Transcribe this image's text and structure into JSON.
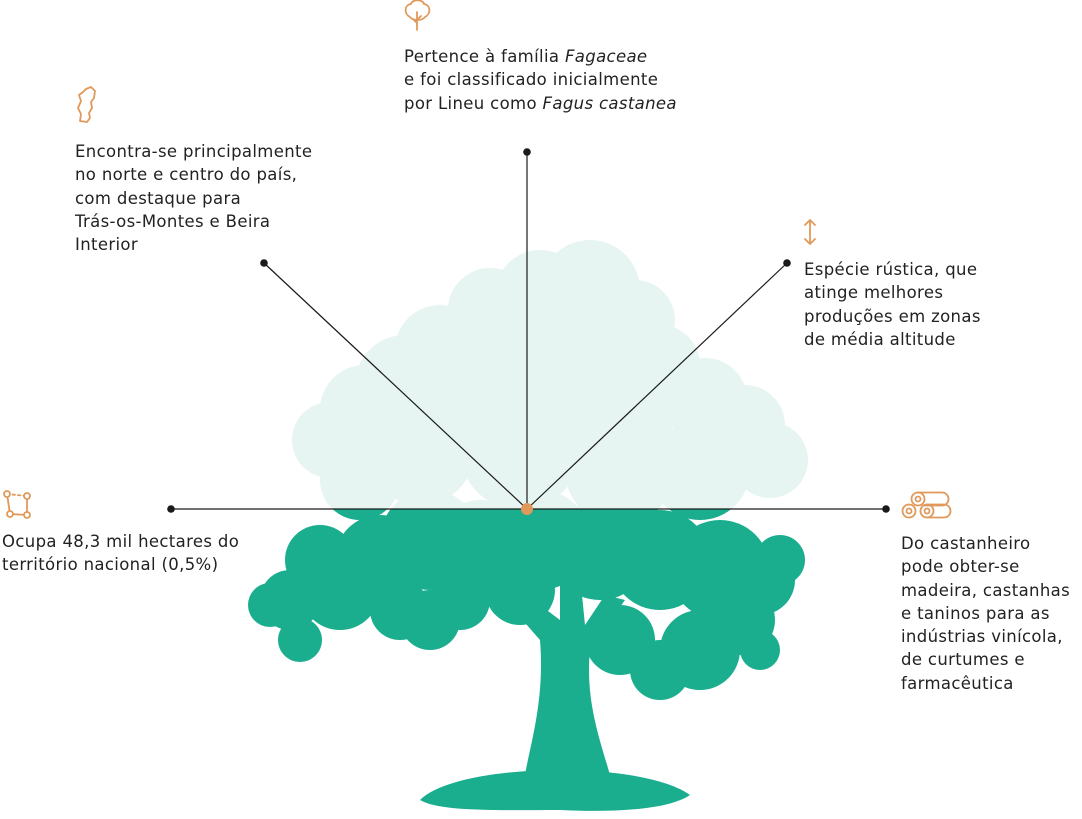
{
  "colors": {
    "tree_upper": "#e6f5f1",
    "tree_lower": "#1aae8f",
    "accent": "#e0995a",
    "line": "#1a1a1a",
    "text": "#222222"
  },
  "facts": {
    "family": {
      "icon": "tree-icon",
      "lines": [
        [
          {
            "t": "Pertence à família "
          },
          {
            "t": "Fagaceae",
            "i": true
          }
        ],
        [
          {
            "t": "e foi classificado inicialmente"
          }
        ],
        [
          {
            "t": "por Lineu como "
          },
          {
            "t": "Fagus castanea",
            "i": true
          }
        ]
      ]
    },
    "region": {
      "icon": "portugal-map-icon",
      "lines": [
        [
          {
            "t": "Encontra-se principalmente"
          }
        ],
        [
          {
            "t": "no norte e centro do país,"
          }
        ],
        [
          {
            "t": "com destaque para"
          }
        ],
        [
          {
            "t": "Trás-os-Montes e Beira"
          }
        ],
        [
          {
            "t": "Interior"
          }
        ]
      ]
    },
    "altitude": {
      "icon": "vertical-arrows-icon",
      "lines": [
        [
          {
            "t": "Espécie rústica, que"
          }
        ],
        [
          {
            "t": "atinge melhores"
          }
        ],
        [
          {
            "t": "produções em zonas"
          }
        ],
        [
          {
            "t": "de média altitude"
          }
        ]
      ]
    },
    "area": {
      "icon": "area-polygon-icon",
      "lines": [
        [
          {
            "t": "Ocupa 48,3 mil hectares do"
          }
        ],
        [
          {
            "t": "território nacional (0,5%)"
          }
        ]
      ]
    },
    "uses": {
      "icon": "logs-icon",
      "lines": [
        [
          {
            "t": "Do castanheiro"
          }
        ],
        [
          {
            "t": "pode obter-se"
          }
        ],
        [
          {
            "t": "madeira, castanhas"
          }
        ],
        [
          {
            "t": "e taninos para as"
          }
        ],
        [
          {
            "t": "indústrias vinícola,"
          }
        ],
        [
          {
            "t": "de curtumes e"
          }
        ],
        [
          {
            "t": "farmacêutica"
          }
        ]
      ]
    }
  }
}
